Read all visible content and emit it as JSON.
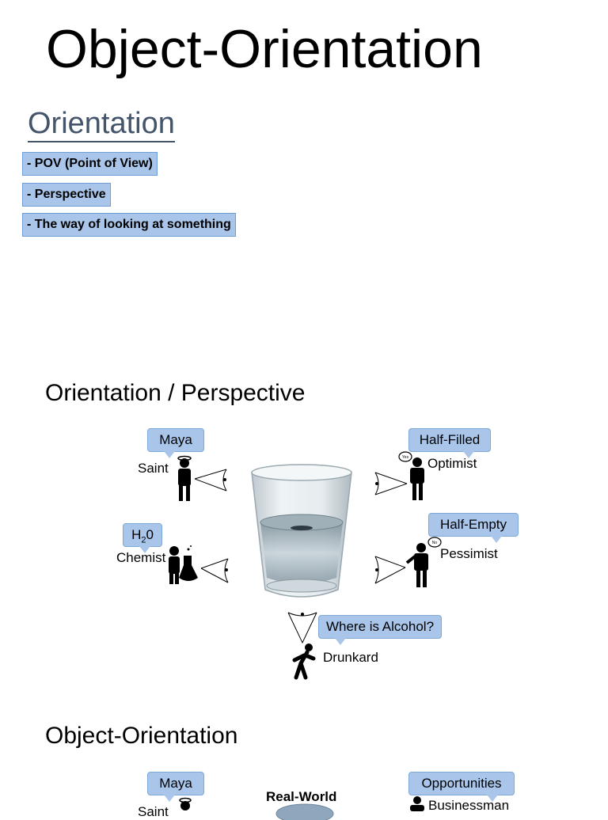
{
  "title": "Object-Orientation",
  "orientation_heading": "Orientation",
  "definitions": [
    "- POV (Point of View)",
    "- Perspective",
    "- The way of looking at something"
  ],
  "section1": {
    "title": "Orientation / Perspective",
    "saint_bubble": "Maya",
    "saint_label": "Saint",
    "chemist_bubble_main": "H",
    "chemist_bubble_sub": "2",
    "chemist_bubble_tail": "0",
    "chemist_label": "Chemist",
    "optimist_bubble": "Half-Filled",
    "optimist_label": "Optimist",
    "optimist_thought": "Yes",
    "pessimist_bubble": "Half-Empty",
    "pessimist_label": "Pessimist",
    "pessimist_thought": "No",
    "drunkard_bubble": "Where is Alcohol?",
    "drunkard_label": "Drunkard"
  },
  "section2": {
    "title": "Object-Orientation",
    "saint_bubble": "Maya",
    "saint_label": "Saint",
    "center_label": "Real-World",
    "business_bubble": "Opportunities",
    "business_label": "Businessman"
  },
  "colors": {
    "bubble": "#a9c6ea",
    "heading": "#44546a"
  }
}
